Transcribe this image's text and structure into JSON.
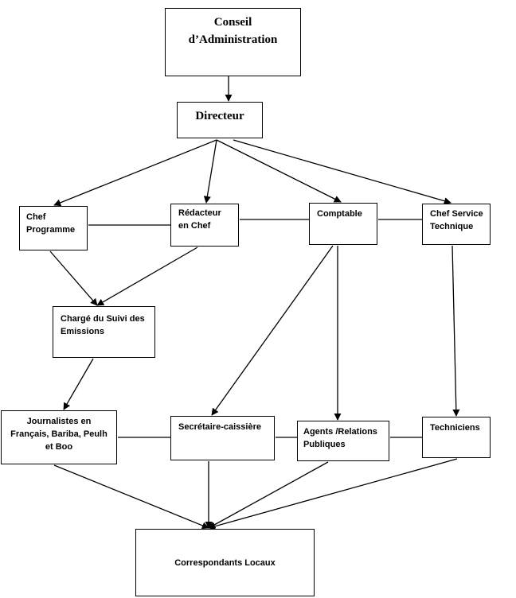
{
  "diagram": {
    "nodes": [
      {
        "id": "conseil",
        "lines": [
          "Conseil",
          "d’Administration"
        ]
      },
      {
        "id": "directeur",
        "lines": [
          "Directeur"
        ]
      },
      {
        "id": "chef_programme",
        "lines": [
          "Chef",
          "Programme"
        ]
      },
      {
        "id": "redacteur",
        "lines": [
          "Rédacteur",
          "en Chef"
        ]
      },
      {
        "id": "comptable",
        "lines": [
          "Comptable"
        ]
      },
      {
        "id": "chef_technique",
        "lines": [
          "Chef Service",
          "Technique"
        ]
      },
      {
        "id": "charge_suivi",
        "lines": [
          "Chargé du Suivi des",
          "Emissions"
        ]
      },
      {
        "id": "journalistes",
        "lines": [
          "Journalistes en",
          "Français, Bariba, Peulh",
          "et Boo"
        ]
      },
      {
        "id": "secretaire",
        "lines": [
          "Secrétaire-caissière"
        ]
      },
      {
        "id": "agents",
        "lines": [
          "Agents /Relations",
          "Publiques"
        ]
      },
      {
        "id": "techniciens",
        "lines": [
          "Techniciens"
        ]
      },
      {
        "id": "correspondants",
        "lines": [
          "Correspondants Locaux"
        ]
      }
    ],
    "arrows": [
      {
        "from": "conseil",
        "to": "directeur"
      },
      {
        "from": "directeur",
        "to": "chef_programme"
      },
      {
        "from": "directeur",
        "to": "redacteur"
      },
      {
        "from": "directeur",
        "to": "comptable"
      },
      {
        "from": "directeur",
        "to": "chef_technique"
      },
      {
        "from": "chef_programme",
        "to": "charge_suivi"
      },
      {
        "from": "redacteur",
        "to": "charge_suivi"
      },
      {
        "from": "charge_suivi",
        "to": "journalistes"
      },
      {
        "from": "comptable",
        "to": "secretaire"
      },
      {
        "from": "comptable",
        "to": "agents"
      },
      {
        "from": "chef_technique",
        "to": "techniciens"
      },
      {
        "from": "journalistes",
        "to": "correspondants"
      },
      {
        "from": "secretaire",
        "to": "correspondants"
      },
      {
        "from": "agents",
        "to": "correspondants"
      },
      {
        "from": "techniciens",
        "to": "correspondants"
      }
    ],
    "links": [
      {
        "from": "chef_programme",
        "to": "redacteur"
      },
      {
        "from": "redacteur",
        "to": "comptable"
      },
      {
        "from": "comptable",
        "to": "chef_technique"
      },
      {
        "from": "journalistes",
        "to": "secretaire"
      },
      {
        "from": "secretaire",
        "to": "agents"
      },
      {
        "from": "agents",
        "to": "techniciens"
      }
    ]
  }
}
